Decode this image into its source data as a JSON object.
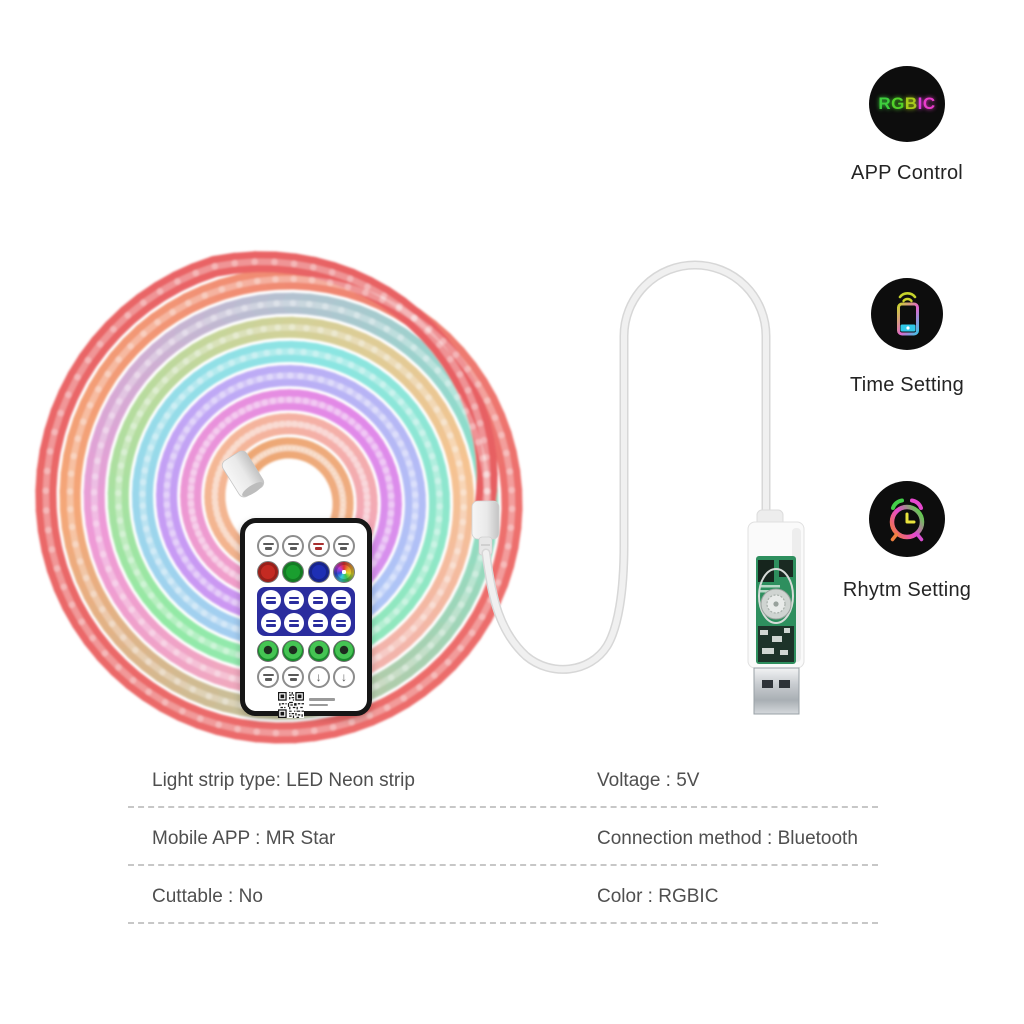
{
  "features": [
    {
      "label": "APP Control",
      "icon": "rgbic-badge-icon",
      "badge_letters": [
        {
          "ch": "R",
          "color": "#3ecf3e"
        },
        {
          "ch": "G",
          "color": "#52d22a"
        },
        {
          "ch": "B",
          "color": "#a8cc1b"
        },
        {
          "ch": "I",
          "color": "#e03ce0"
        },
        {
          "ch": "C",
          "color": "#e83ccb"
        }
      ]
    },
    {
      "label": "Time Setting",
      "icon": "phone-wifi-icon"
    },
    {
      "label": "Rhytm Setting",
      "icon": "alarm-clock-icon"
    }
  ],
  "specs": {
    "rows": [
      {
        "left": "Light strip type: LED Neon strip",
        "right": "Voltage : 5V"
      },
      {
        "left": "Mobile APP : MR Star",
        "right": "Connection method : Bluetooth"
      },
      {
        "left": "Cuttable : No",
        "right": "Color : RGBIC"
      }
    ]
  },
  "remote": {
    "color_buttons": [
      "#c42a22",
      "#1a9e2f",
      "#1e2fb4",
      "rainbow"
    ],
    "panel_color": "#2b2d9e"
  },
  "coil": {
    "palette": [
      {
        "t": 0.0,
        "color": "#eca570"
      },
      {
        "t": 0.12,
        "color": "#f4b795"
      },
      {
        "t": 0.2,
        "color": "#f3a2c5"
      },
      {
        "t": 0.27,
        "color": "#e288e8"
      },
      {
        "t": 0.34,
        "color": "#c79af4"
      },
      {
        "t": 0.42,
        "color": "#aec4f6"
      },
      {
        "t": 0.5,
        "color": "#8be5e3"
      },
      {
        "t": 0.57,
        "color": "#93e9a5"
      },
      {
        "t": 0.64,
        "color": "#f5c391"
      },
      {
        "t": 0.7,
        "color": "#ee99d7"
      },
      {
        "t": 0.76,
        "color": "#85e2ca"
      },
      {
        "t": 0.82,
        "color": "#f4a878"
      },
      {
        "t": 0.88,
        "color": "#ed6f6d"
      },
      {
        "t": 1.0,
        "color": "#e75f62"
      }
    ]
  }
}
